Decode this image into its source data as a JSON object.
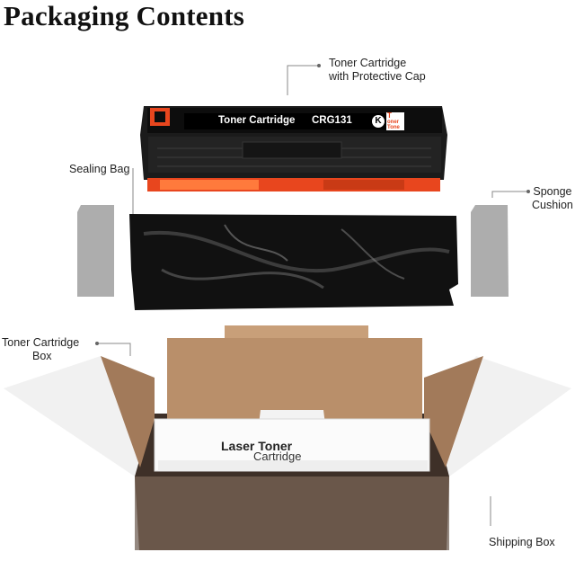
{
  "title": "Packaging Contents",
  "callouts": {
    "toner_cartridge": [
      "Toner Cartridge",
      "with Protective Cap"
    ],
    "sealing_bag": [
      "Sealing Bag"
    ],
    "sponge_cushion": [
      "Sponge",
      "Cushion"
    ],
    "cartridge_box": [
      "Toner Cartridge",
      "Box"
    ],
    "shipping_box": [
      "Shipping Box"
    ]
  },
  "cartridge": {
    "label": "Toner Cartridge",
    "model": "CRG131",
    "color_code": "K",
    "logo_top": "T",
    "logo_mid": "oner",
    "logo_bot": "Tone",
    "accent": "#e8461e"
  },
  "inner_box": {
    "brand_line1": "Laser Toner",
    "brand_line2": "Cartridge"
  }
}
